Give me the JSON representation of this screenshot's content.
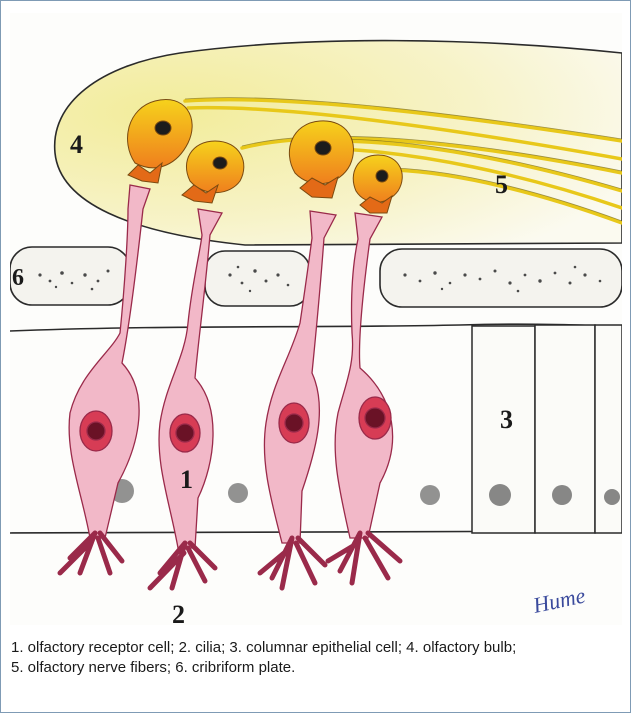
{
  "labels": {
    "receptor_cell": "1",
    "cilia": "2",
    "columnar_cell": "3",
    "bulb": "4",
    "nerve_fibers": "5",
    "cribriform_plate": "6"
  },
  "signature": "Hume",
  "caption": {
    "line1": "1. olfactory receptor cell; 2. cilia; 3. columnar epithelial cell; 4. olfactory bulb;",
    "line2": "5. olfactory nerve fibers; 6. cribriform plate."
  }
}
